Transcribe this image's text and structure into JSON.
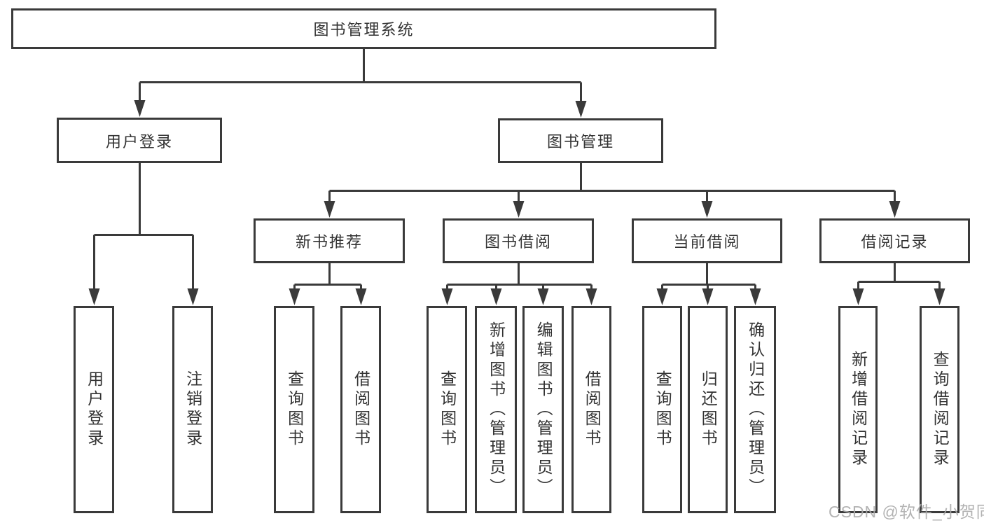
{
  "diagram": {
    "root": "图书管理系统",
    "level2": [
      "用户登录",
      "图书管理"
    ],
    "level3": [
      "新书推荐",
      "图书借阅",
      "当前借阅",
      "借阅记录"
    ],
    "leaves_user_login": [
      "用户登录",
      "注销登录"
    ],
    "leaves_new_book": [
      "查询图书",
      "借阅图书"
    ],
    "leaves_book_borrow": [
      "查询图书",
      "新增图书（管理员）",
      "编辑图书（管理员）",
      "借阅图书"
    ],
    "leaves_current_borrow": [
      "查询图书",
      "归还图书",
      "确认归还（管理员）"
    ],
    "leaves_borrow_record": [
      "新增借阅记录",
      "查询借阅记录"
    ]
  },
  "watermark": "CSDN @软件_小贺同学",
  "colors": {
    "line": "#3a3a3a",
    "text": "#333333",
    "watermark": "#ababab",
    "background": "#ffffff"
  }
}
